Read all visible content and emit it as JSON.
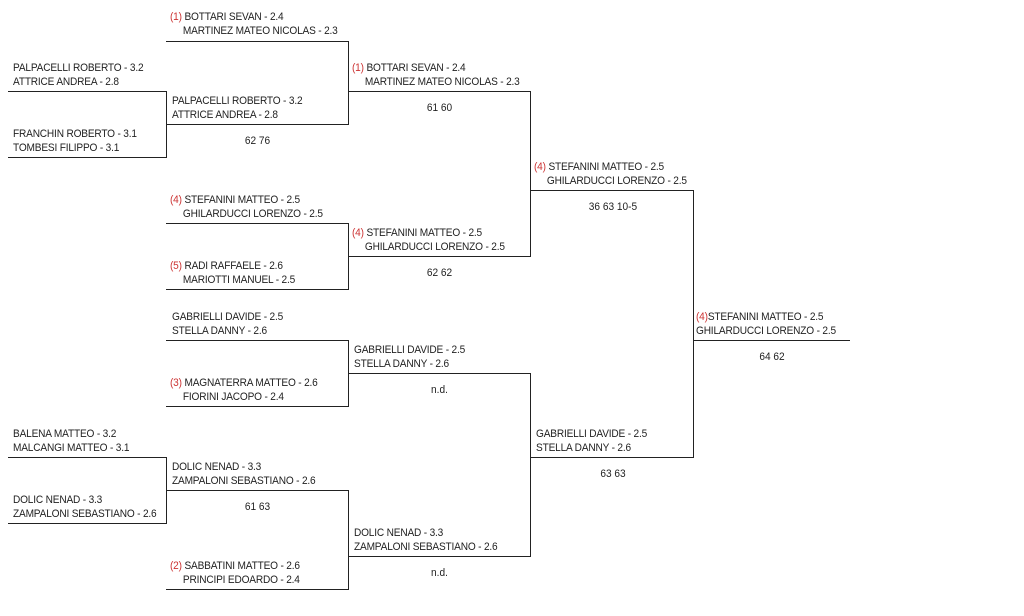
{
  "colors": {
    "seed": "#cc3333",
    "text": "#222222",
    "line": "#222222",
    "background": "#ffffff"
  },
  "bracket": {
    "round1": [
      {
        "p1": "PALPACELLI ROBERTO - 3.2",
        "p2": "ATTRICE ANDREA - 2.8",
        "seed": ""
      },
      {
        "p1": "FRANCHIN ROBERTO - 3.1",
        "p2": "TOMBESI FILIPPO - 3.1",
        "seed": ""
      },
      {
        "p1": "BALENA MATTEO - 3.2",
        "p2": "MALCANGI MATTEO - 3.1",
        "seed": ""
      },
      {
        "p1": "DOLIC NENAD - 3.3",
        "p2": "ZAMPALONI SEBASTIANO - 2.6",
        "seed": ""
      }
    ],
    "round1_scores": [],
    "round2": [
      {
        "seed": "(1)",
        "p1": "BOTTARI SEVAN - 2.4",
        "p2": "MARTINEZ MATEO NICOLAS - 2.3"
      },
      {
        "seed": "",
        "p1": "PALPACELLI ROBERTO - 3.2",
        "p2": "ATTRICE ANDREA - 2.8"
      },
      {
        "seed": "(4)",
        "p1": "STEFANINI MATTEO - 2.5",
        "p2": "GHILARDUCCI LORENZO - 2.5"
      },
      {
        "seed": "(5)",
        "p1": "RADI RAFFAELE - 2.6",
        "p2": "MARIOTTI MANUEL - 2.5"
      },
      {
        "seed": "",
        "p1": "GABRIELLI DAVIDE - 2.5",
        "p2": "STELLA DANNY - 2.6"
      },
      {
        "seed": "(3)",
        "p1": "MAGNATERRA MATTEO - 2.6",
        "p2": "FIORINI JACOPO - 2.4"
      },
      {
        "seed": "",
        "p1": "DOLIC NENAD - 3.3",
        "p2": "ZAMPALONI SEBASTIANO - 2.6"
      },
      {
        "seed": "(2)",
        "p1": "SABBATINI MATTEO - 2.6",
        "p2": "PRINCIPI EDOARDO - 2.4"
      }
    ],
    "round2_scores": [
      "62 76",
      "61 63"
    ],
    "quarterfinals": [
      {
        "seed": "(1)",
        "p1": "BOTTARI SEVAN - 2.4",
        "p2": "MARTINEZ MATEO NICOLAS - 2.3",
        "score": "61 60"
      },
      {
        "seed": "(4)",
        "p1": "STEFANINI MATTEO - 2.5",
        "p2": "GHILARDUCCI LORENZO - 2.5",
        "score": "62 62"
      },
      {
        "seed": "",
        "p1": "GABRIELLI DAVIDE - 2.5",
        "p2": "STELLA DANNY - 2.6",
        "score": "n.d."
      },
      {
        "seed": "",
        "p1": "DOLIC NENAD - 3.3",
        "p2": "ZAMPALONI SEBASTIANO - 2.6",
        "score": "n.d."
      }
    ],
    "semifinals": [
      {
        "seed": "(4)",
        "p1": "STEFANINI MATTEO - 2.5",
        "p2": "GHILARDUCCI LORENZO - 2.5",
        "score": "36 63 10-5"
      },
      {
        "seed": "",
        "p1": "GABRIELLI DAVIDE - 2.5",
        "p2": "STELLA DANNY - 2.6",
        "score": "63 63"
      }
    ],
    "winner": {
      "seed": "(4)",
      "p1": "STEFANINI MATTEO - 2.5",
      "p2": "GHILARDUCCI LORENZO - 2.5",
      "score": "64 62"
    }
  }
}
